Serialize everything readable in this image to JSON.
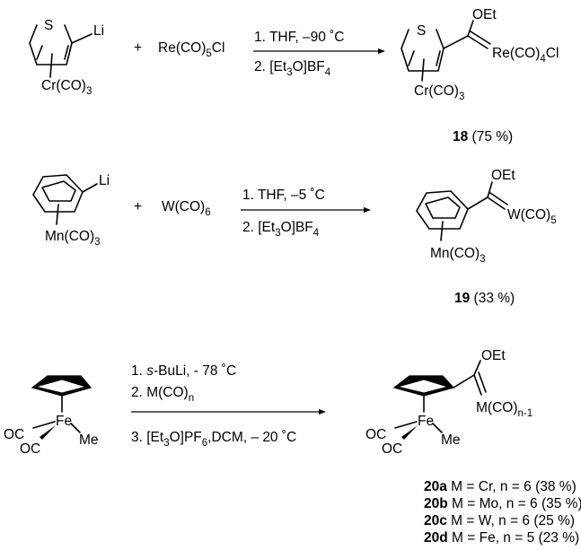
{
  "reaction1": {
    "reactant1": {
      "atom_s": "S",
      "li": "Li",
      "metal": "Cr(CO)",
      "metal_sub": "3"
    },
    "plus": "+",
    "reactant2": "Re(CO)",
    "reactant2_sub": "5",
    "reactant2_suffix": "Cl",
    "condition1": "1. THF, –90 ˚C",
    "condition2_pre": "2. [Et",
    "condition2_sub1": "3",
    "condition2_mid": "O]BF",
    "condition2_sub2": "4",
    "product": {
      "atom_s": "S",
      "oet": "OEt",
      "metal": "Re(CO)",
      "metal_sub": "4",
      "metal_suffix": "Cl",
      "cr": "Cr(CO)",
      "cr_sub": "3"
    },
    "label_num": "18",
    "label_yield": " (75 %)"
  },
  "reaction2": {
    "li": "Li",
    "mn": "Mn(CO)",
    "mn_sub": "3",
    "plus": "+",
    "reactant2": "W(CO)",
    "reactant2_sub": "6",
    "condition1": "1. THF, –5 ˚C",
    "condition2_pre": "2. [Et",
    "condition2_sub1": "3",
    "condition2_mid": "O]BF",
    "condition2_sub2": "4",
    "product": {
      "oet": "OEt",
      "metal": "W(CO)",
      "metal_sub": "5",
      "mn": "Mn(CO)",
      "mn_sub": "3"
    },
    "label_num": "19",
    "label_yield": " (33 %)"
  },
  "reaction3": {
    "fe": "Fe",
    "oc1": "OC",
    "oc2": "OC",
    "me": "Me",
    "condition1_pre": "1. ",
    "condition1_italic": "s",
    "condition1_post": "-BuLi, - 78 ˚C",
    "condition2_pre": "2. M(CO)",
    "condition2_sub": "n",
    "condition3_pre": "3. [Et",
    "condition3_sub1": "3",
    "condition3_post": "O]PF",
    "condition3_sub2": "6",
    "condition3_end": ",DCM, – 20 ˚C",
    "product": {
      "oet": "OEt",
      "metal": "M(CO)",
      "metal_sub": "n-1",
      "fe": "Fe",
      "oc1": "OC",
      "oc2": "OC",
      "me": "Me"
    },
    "labels": [
      {
        "num": "20a",
        "text": " M = Cr, n = 6 (38 %)"
      },
      {
        "num": "20b",
        "text": " M = Mo, n = 6 (35 %)"
      },
      {
        "num": "20c",
        "text": " M = W, n = 6 (25 %)"
      },
      {
        "num": "20d",
        "text": " M = Fe, n = 5 (23 %)"
      }
    ]
  }
}
